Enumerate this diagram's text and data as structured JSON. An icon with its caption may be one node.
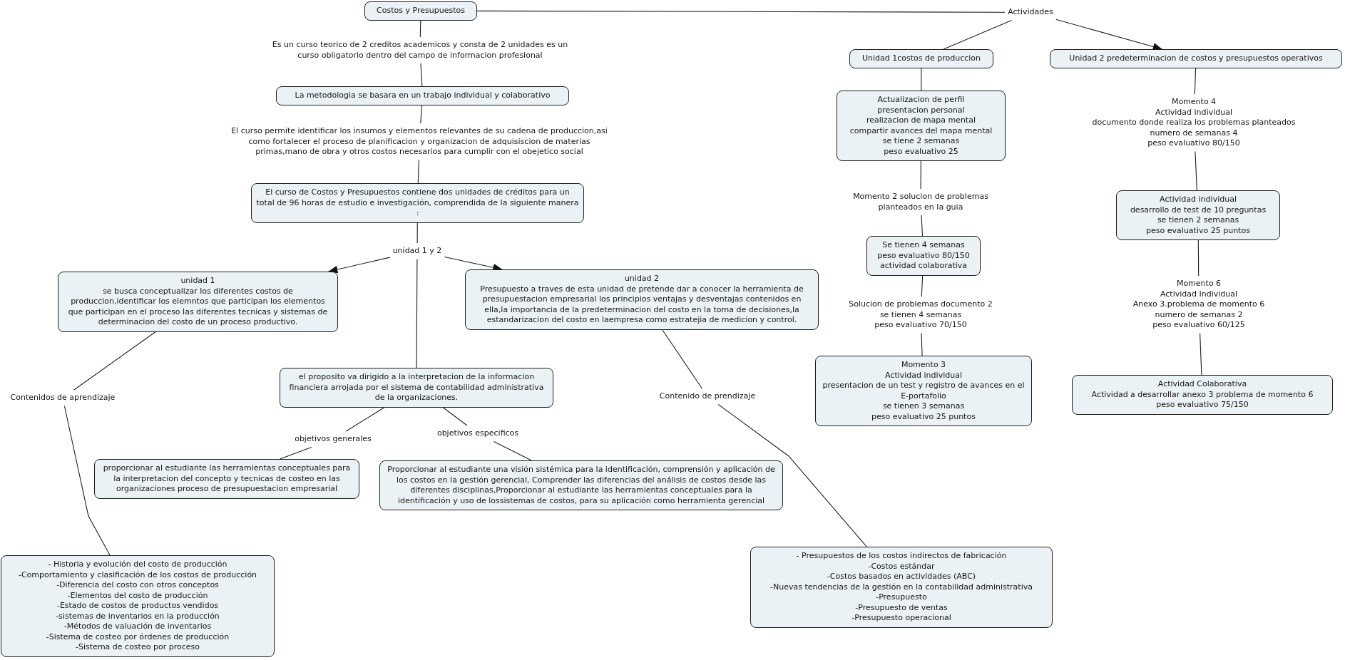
{
  "diagram": {
    "nodes": [
      {
        "text": [
          "Costos y Presupuestos"
        ]
      },
      {
        "text": [
          "Es un curso teorico de 2 creditos academicos y consta de 2 unidades es un curso obligatorio dentro del campo de informacion profesional"
        ]
      },
      {
        "text": [
          "La metodologia se basara en un trabajo individual y colaborativo"
        ]
      },
      {
        "text": [
          "El curso permite identificar los insumos y elementos relevantes de su cadena de produccion,asi como fortalecer el proceso de planificacion y organizacion de adquisiscion de materias primas,mano de obra y otros costos necesarios para cumplir con el obejetico social"
        ]
      },
      {
        "text": [
          "El curso de Costos y Presupuestos contiene dos unidades de créditos para un total de 96 horas de estudio e investigación, comprendida de la siguiente manera :"
        ]
      },
      {
        "text": [
          "unidad 1 y 2"
        ]
      },
      {
        "text": [
          "unidad 1",
          "se busca conceptualizar los diferentes costos de produccion,identificar los elemntos que participan los elementos que participan en el proceso las diferentes tecnicas y sistemas de determinacion del costo de un proceso productivo."
        ]
      },
      {
        "text": [
          "unidad 2",
          "Presupuesto a traves de esta unidad de pretende dar a conocer la herramienta de presupuestacion empresarial los principios ventajas y desventajas contenidos en ella,la importancia de la predeterminacion del costo en la toma de decisiones,la estandarizacion del costo en laempresa como estratejia de medicion y control."
        ]
      },
      {
        "text": [
          "Contenidos de aprendizaje"
        ]
      },
      {
        "text": [
          "el proposito va dirigido a la interpretacion de la informacion financiera arrojada por el sistema de contabilidad administrativa de la organizaciones."
        ]
      },
      {
        "text": [
          "Contenido de prendizaje"
        ]
      },
      {
        "text": [
          "objetivos generales"
        ]
      },
      {
        "text": [
          "objetivos especificos"
        ]
      },
      {
        "text": [
          "proporcionar al estudiante las herramientas conceptuales para la interpretacion del concepto y tecnicas de costeo en las organizaciones proceso de presupuestacion empresarial"
        ]
      },
      {
        "text": [
          "Proporcionar al estudiante una visión sistémica para la identificación, comprensión y aplicación de los costos en la gestión gerencial, Comprender las diferencias del análisis de costos desde las diferentes disciplinas,Proporcionar al estudiante las herramientas conceptuales para la identificación y uso de lossistemas de costos, para su aplicación como herramienta gerencial"
        ]
      },
      {
        "text": [
          "- Historia y evolución del costo de producción",
          "-Comportamiento y clasificación de los costos de producción",
          "-Diferencia del costo con otros conceptos",
          "-Elementos del costo de producción",
          "-Estado de costos de productos vendidos",
          "-sistemas de inventarios en la producción",
          "-Métodos de valuación de inventarios",
          "-Sistema de costeo por órdenes de producción",
          "-Sistema de costeo por proceso"
        ]
      },
      {
        "text": [
          "- Presupuestos de los costos indirectos de fabricación",
          "-Costos estándar",
          "-Costos basados en actividades (ABC)",
          "-Nuevas tendencias de la gestión en la contabilidad administrativa",
          "-Presupuesto",
          "-Presupuesto de ventas",
          "-Presupuesto operacional"
        ]
      },
      {
        "text": [
          "Actividades"
        ]
      },
      {
        "text": [
          "Unidad 1costos de produccion"
        ]
      },
      {
        "text": [
          "Unidad 2 predeterminacion de costos y presupuestos operativos"
        ]
      },
      {
        "text": [
          "Actualizacion de perfil",
          "presentacion personal",
          "realizacion de mapa mental",
          "compartir avances del mapa mental",
          "se tiene 2 semanas",
          "peso evaluativo 25"
        ]
      },
      {
        "text": [
          "Momento 2 solucion de problemas planteados en la guia"
        ]
      },
      {
        "text": [
          "Se tienen 4 semanas",
          "peso evaluativo 80/150",
          "actividad colaborativa"
        ]
      },
      {
        "text": [
          "Solucion de problemas documento 2",
          "se tienen 4 semanas",
          "peso evaluativo 70/150"
        ]
      },
      {
        "text": [
          "Momento 3",
          "Actividad individual",
          "presentacion de un test y registro de avances en el E-portafolio",
          "se tienen 3 semanas",
          "peso evaluativo 25 puntos"
        ]
      },
      {
        "text": [
          "Momento 4",
          "Actividad individual",
          "documento donde realiza los problemas planteados",
          "numero de semanas 4",
          "peso evaluativo 80/150"
        ]
      },
      {
        "text": [
          "Actividad individual",
          "desarrollo de test de 10 preguntas",
          "se tienen 2 semanas",
          "peso evaluativo 25 puntos"
        ]
      },
      {
        "text": [
          "Momento 6",
          "Actividad Individual",
          "Anexo 3.problema de momento 6",
          "numero de semanas 2",
          "peso evaluativo 60/125"
        ]
      },
      {
        "text": [
          "Actividad Colaborativa",
          "Actividad a desarrollar anexo 3 problema de momento 6",
          "peso evaluativo 75/150"
        ]
      }
    ],
    "edges": [
      {
        "from": 0,
        "to": 1,
        "arrow": "none"
      },
      {
        "from": 1,
        "to": 2,
        "arrow": "none"
      },
      {
        "from": 2,
        "to": 3,
        "arrow": "none"
      },
      {
        "from": 3,
        "to": 4,
        "arrow": "none"
      },
      {
        "from": 4,
        "to": 5,
        "arrow": "none"
      },
      {
        "from": 5,
        "to": 6,
        "arrow": "to"
      },
      {
        "from": 5,
        "to": 7,
        "arrow": "to"
      },
      {
        "from": 5,
        "to": 9,
        "arrow": "none"
      },
      {
        "from": 6,
        "to": 8,
        "arrow": "none"
      },
      {
        "from": 8,
        "to": 15,
        "arrow": "none"
      },
      {
        "from": 7,
        "to": 10,
        "arrow": "none"
      },
      {
        "from": 10,
        "to": 16,
        "arrow": "none"
      },
      {
        "from": 9,
        "to": 11,
        "arrow": "none"
      },
      {
        "from": 11,
        "to": 13,
        "arrow": "none"
      },
      {
        "from": 9,
        "to": 12,
        "arrow": "none"
      },
      {
        "from": 12,
        "to": 14,
        "arrow": "none"
      },
      {
        "from": 0,
        "to": 17,
        "arrow": "none"
      },
      {
        "from": 17,
        "to": 18,
        "arrow": "none"
      },
      {
        "from": 17,
        "to": 19,
        "arrow": "to"
      },
      {
        "from": 18,
        "to": 20,
        "arrow": "none"
      },
      {
        "from": 20,
        "to": 21,
        "arrow": "none"
      },
      {
        "from": 21,
        "to": 22,
        "arrow": "none"
      },
      {
        "from": 22,
        "to": 23,
        "arrow": "none"
      },
      {
        "from": 23,
        "to": 24,
        "arrow": "none"
      },
      {
        "from": 19,
        "to": 25,
        "arrow": "none"
      },
      {
        "from": 25,
        "to": 26,
        "arrow": "none"
      },
      {
        "from": 26,
        "to": 27,
        "arrow": "none"
      },
      {
        "from": 27,
        "to": 28,
        "arrow": "none"
      }
    ]
  }
}
